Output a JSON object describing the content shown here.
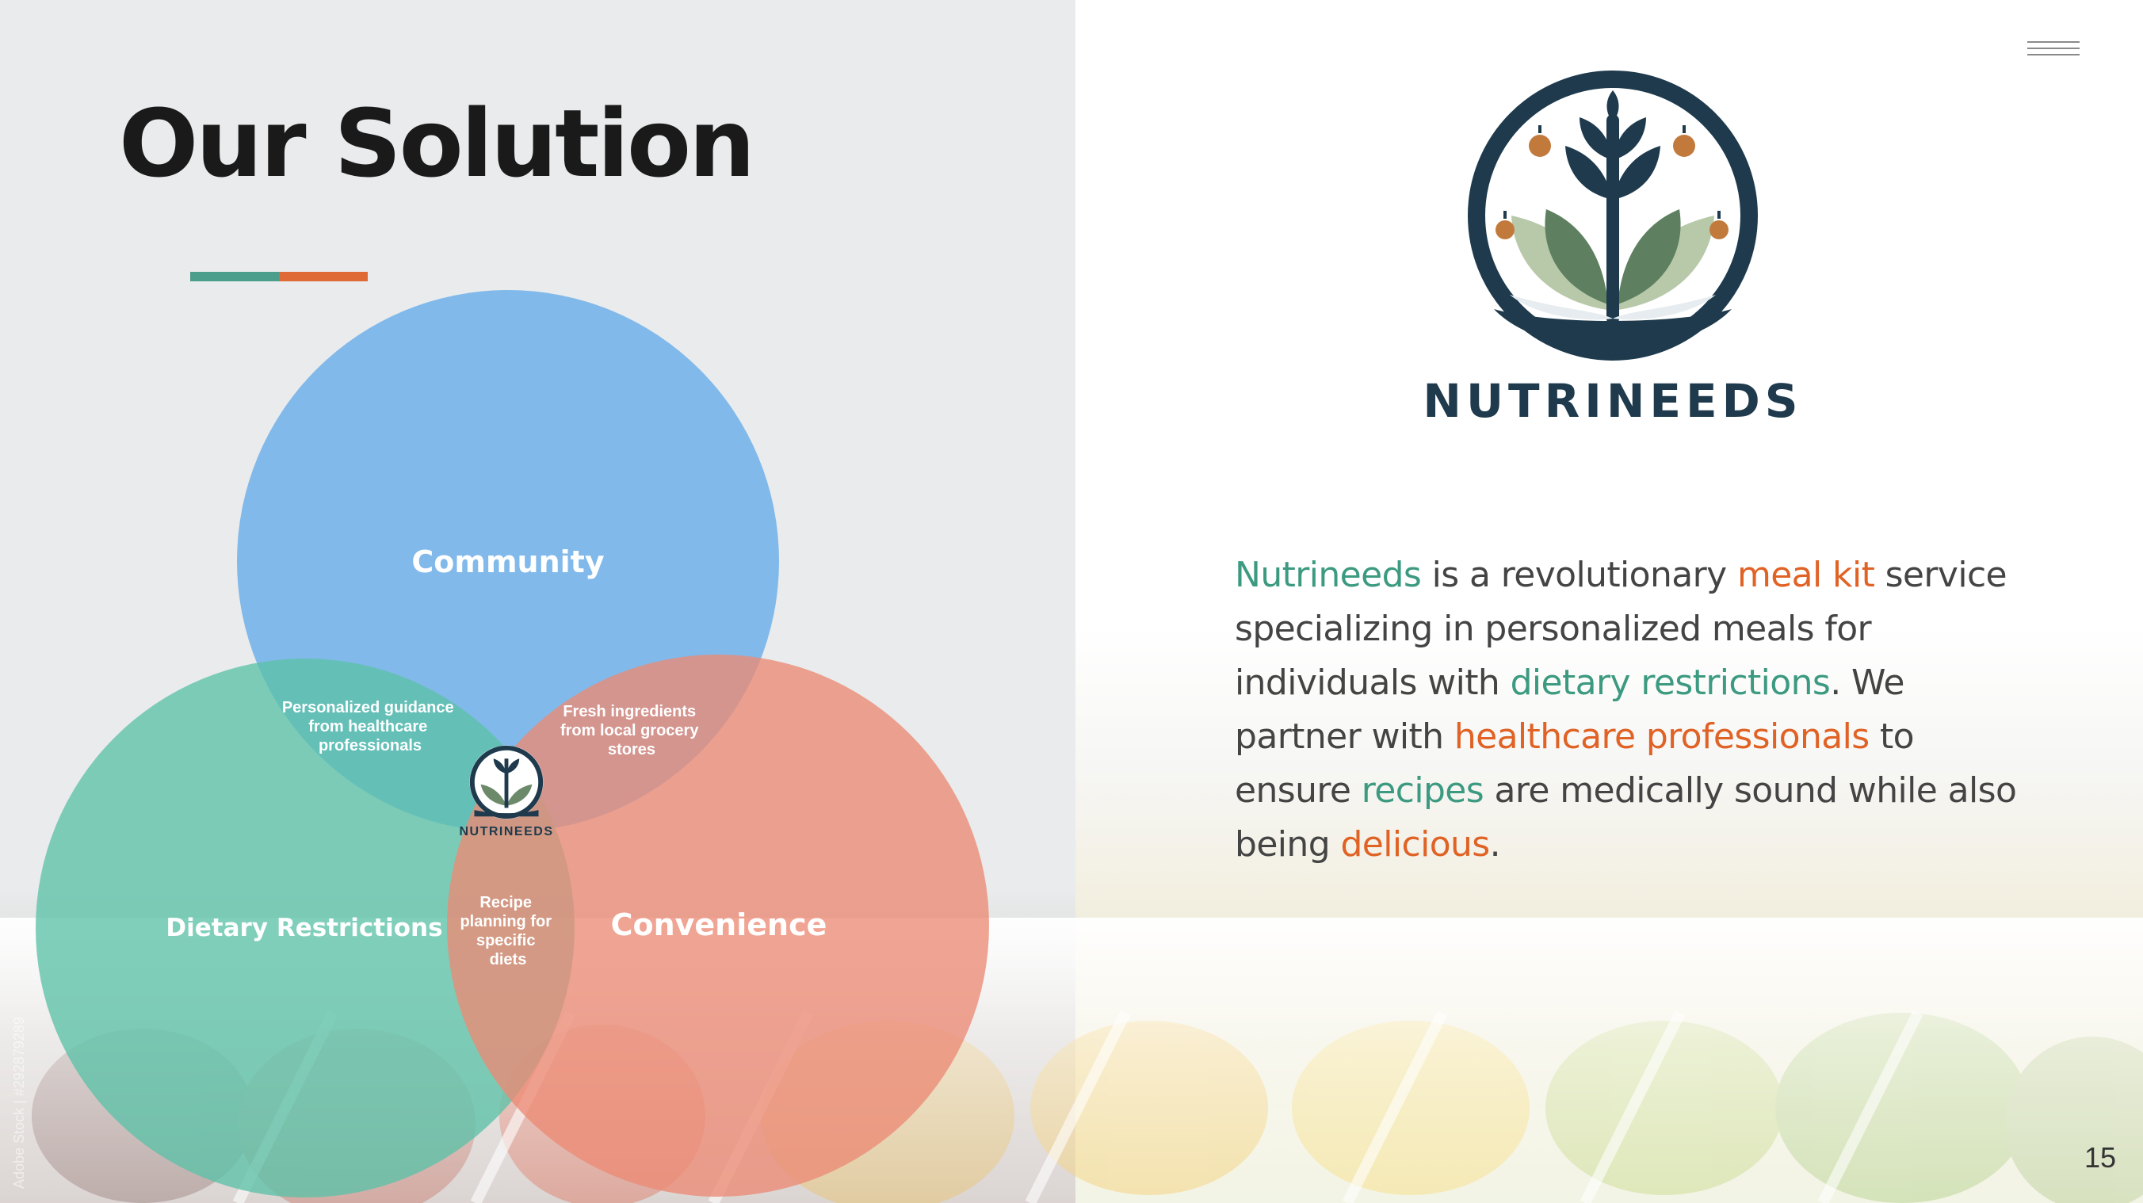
{
  "slide": {
    "title": "Our Solution",
    "page_number": "15",
    "stock_credit": "Adobe Stock | #292879289"
  },
  "colors": {
    "accent_teal": "#4a9e8b",
    "accent_orange": "#e06a35",
    "community_circle": "#6fb0ea",
    "dietary_circle": "#5cc2a8",
    "convenience_circle": "#ec8a74",
    "highlight_teal": "#3c9a80",
    "highlight_orange": "#e06225",
    "logo_navy": "#1e3a4c"
  },
  "venn": {
    "community": "Community",
    "dietary_restrictions": "Dietary Restrictions",
    "convenience": "Convenience",
    "overlap_community_dietary": [
      "Personalized guidance",
      "from healthcare",
      "professionals"
    ],
    "overlap_community_convenience": [
      "Fresh ingredients",
      "from local grocery",
      "stores"
    ],
    "overlap_dietary_convenience": [
      "Recipe",
      "planning for",
      "specific",
      "diets"
    ],
    "center_logo_name": "NUTRINEEDS"
  },
  "brand": {
    "name": "NUTRINEEDS",
    "logo_icon": "plant-leaves-logo-icon"
  },
  "description": {
    "p1": "Nutrineeds",
    "p2": " is a revolutionary ",
    "p3": "meal kit",
    "p4": " service specializing in personalized meals for individuals with ",
    "p5": "dietary restrictions",
    "p6": ". We partner with ",
    "p7": "healthcare professionals",
    "p8": " to ensure ",
    "p9": "recipes",
    "p10": " are medically sound while also being ",
    "p11": "delicious",
    "p12": "."
  },
  "menu_icon": "hamburger-menu-icon"
}
